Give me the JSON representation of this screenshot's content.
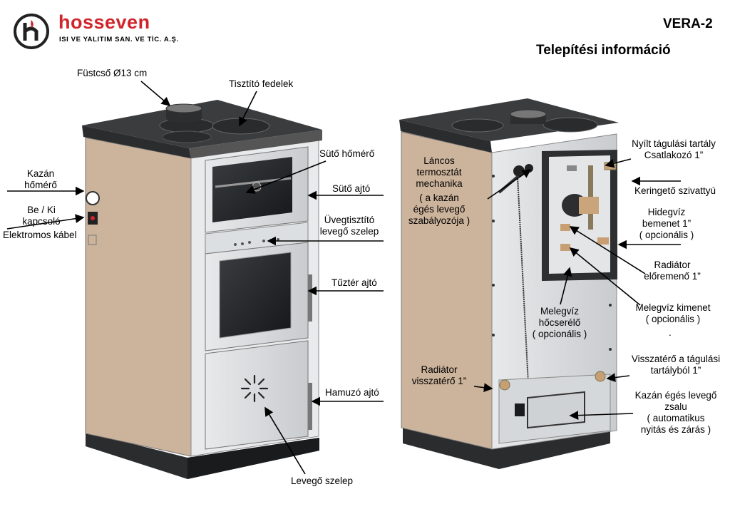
{
  "header": {
    "brand_name": "hosseven",
    "brand_subtitle": "ISI VE YALITIM SAN. VE TİC. A.Ş.",
    "model": "VERA-2",
    "title": "Telepítési információ"
  },
  "front_labels": {
    "flue": "Füstcső  Ø13 cm",
    "cleaning_covers": "Tisztító fedelek",
    "oven_thermometer": "Sütő hőmérő",
    "boiler_thermometer_1": "Kazán",
    "boiler_thermometer_2": "hőmérő",
    "switch_1": "Be / Ki",
    "switch_2": "kapcsoló",
    "cable": "Elektromos kábel",
    "oven_door": "Sütő ajtó",
    "glass_air_1": "Üvegtisztító",
    "glass_air_2": "levegő szelep",
    "firebox_door": "Tűztér ajtó",
    "ash_door": "Hamuzó ajtó",
    "air_valve": "Levegő szelep"
  },
  "back_labels": {
    "chain_1": "Láncos",
    "chain_2": "termosztát",
    "chain_3": "mechanika",
    "chain_4": "( a kazán",
    "chain_5": "égés levegő",
    "chain_6": "szabályozója )",
    "expansion_1": "Nyílt tágulási tartály",
    "expansion_2": "Csatlakozó 1”",
    "pump": "Keringető szivattyú",
    "cold_1": "Hidegvíz",
    "cold_2": "bemenet 1”",
    "cold_3": "( opcionális )",
    "rad_flow_1": "Radiátor",
    "rad_flow_2": "előremenő 1”",
    "hot_out_1": "Melegvíz kimenet",
    "hot_out_2": "( opcionális )",
    "exchanger_1": "Melegvíz",
    "exchanger_2": "hőcserélő",
    "exchanger_3": "( opcionális )",
    "dot": ".",
    "return_exp_1": "Visszatérő a tágulási",
    "return_exp_2": "tartályból 1”",
    "rad_return_1": "Radiátor",
    "rad_return_2": "visszatérő 1”",
    "damper_1": "Kazán égés levegő",
    "damper_2": "zsalu",
    "damper_3": "( automatikus",
    "damper_4": "nyitás és zárás )"
  }
}
